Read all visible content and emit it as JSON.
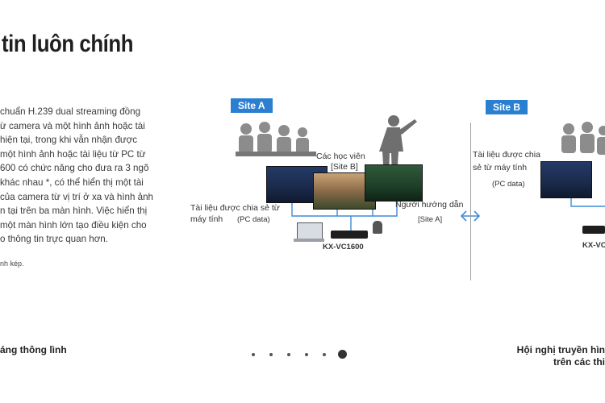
{
  "heading": "tin luôn chính",
  "body_lines": [
    "chuẩn H.239 dual streaming đồng",
    "ừ camera và một hình ảnh hoặc tài",
    "hiện tại, trong khi vẫn nhận được",
    "một hình ảnh hoặc tài liệu từ PC từ",
    "600 có chức năng cho đưa ra 3 ngõ",
    "khác nhau *, có thể hiển thị một tài",
    "của camera từ vị trí ở xa và hình ảnh",
    "n tại trên ba màn hình. Việc hiển thị",
    "một màn hình lớn tạo điều kiện cho",
    "o thông tin trực quan hơn."
  ],
  "footnote": "nh kép.",
  "caption_left": "áng thông lình",
  "caption_right_lines": [
    "Hội nghị truyền hìn",
    "trên các thi"
  ],
  "carousel": {
    "count": 6,
    "active_index": 5
  },
  "diagram": {
    "site_a": "Site A",
    "site_b": "Site B",
    "students_label": "Các học viên",
    "site_b_tag": "[Site B]",
    "shared_pc_label_line1": "Tài liệu được chia sẻ từ",
    "shared_pc_label_line2": "máy tính",
    "pc_data_tag": "(PC data)",
    "instructor_label": "Người hướng dẫn",
    "site_a_tag": "[Site A]",
    "device_label": "KX-VC1600",
    "right_shared_line1": "Tài liệu được chia",
    "right_shared_line2": "sẻ từ máy tính",
    "right_pc_tag": "(PC data)",
    "right_device_label": "KX-VC",
    "accent_color": "#2a7fd0"
  }
}
